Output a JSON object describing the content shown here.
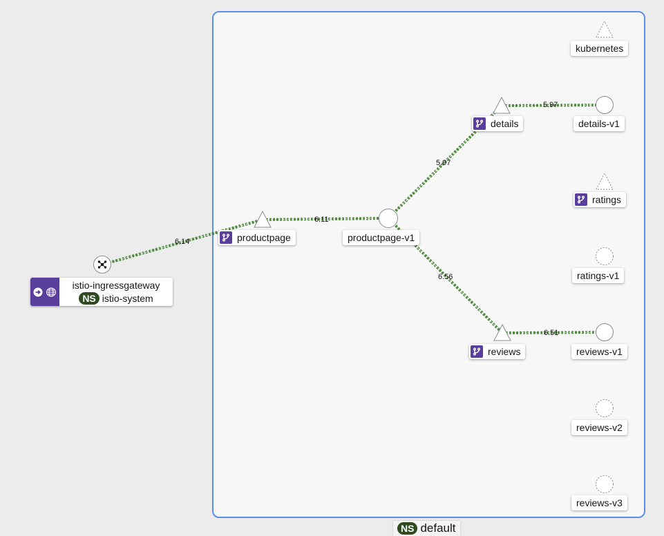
{
  "namespace": {
    "badge": "NS",
    "name": "default"
  },
  "gateway": {
    "name": "istio-ingressgateway",
    "ns_badge": "NS",
    "namespace": "istio-system",
    "icons": [
      "arrow-circle-icon",
      "globe-icon"
    ]
  },
  "nodes": {
    "kubernetes": "kubernetes",
    "details_v1": "details-v1",
    "details": "details",
    "ratings": "ratings",
    "ratings_v1": "ratings-v1",
    "productpage": "productpage",
    "productpage_v1": "productpage-v1",
    "reviews": "reviews",
    "reviews_v1": "reviews-v1",
    "reviews_v2": "reviews-v2",
    "reviews_v3": "reviews-v3"
  },
  "edge_labels": {
    "gw_to_productpage": "6.14",
    "productpage_to_v1": "6.11",
    "to_details": "5.97",
    "details_to_v1": "5.97",
    "to_reviews": "6.56",
    "reviews_to_v1": "6.51"
  },
  "colors": {
    "edge": "#3e7c2e",
    "namespace_border": "#5b8fe8",
    "virtual_service_badge": "#5a3e9c",
    "ns_badge": "#2e4a1f"
  }
}
